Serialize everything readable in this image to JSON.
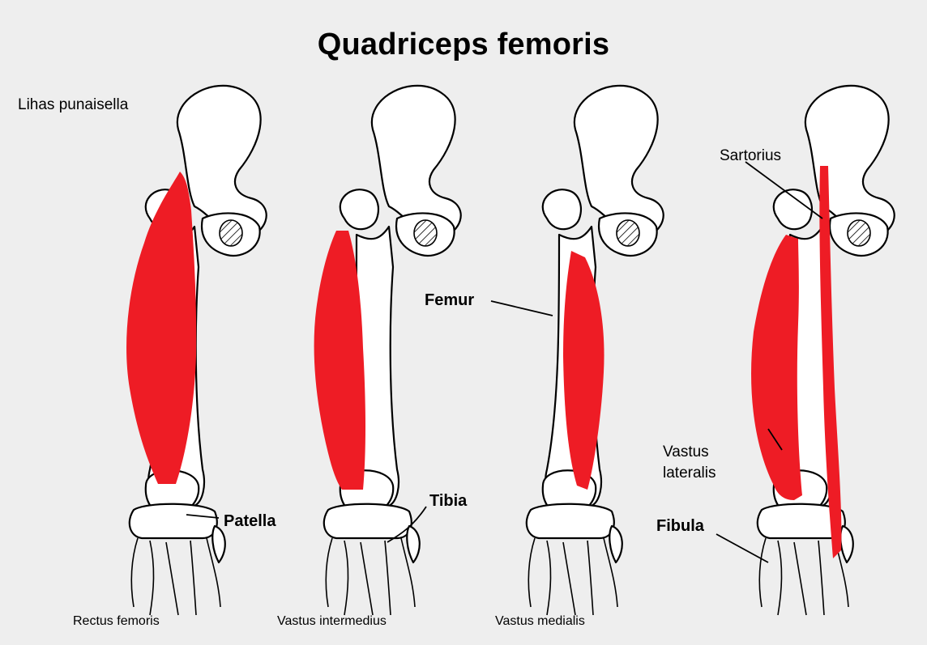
{
  "title": "Quadriceps femoris",
  "colors": {
    "muscle": "#ee1c25",
    "background": "#eeeeee",
    "outline": "#000000"
  },
  "labels": {
    "insertion": "Lihas punaisella",
    "sartorius": "Sartorius",
    "femur": "Femur",
    "patella": "Patella",
    "tibia": "Tibia",
    "vastus_lateralis": "Vastus\nlateralis",
    "fibula": "Fibula"
  },
  "captions": [
    "Rectus femoris",
    "Vastus intermedius",
    "Vastus medialis"
  ]
}
